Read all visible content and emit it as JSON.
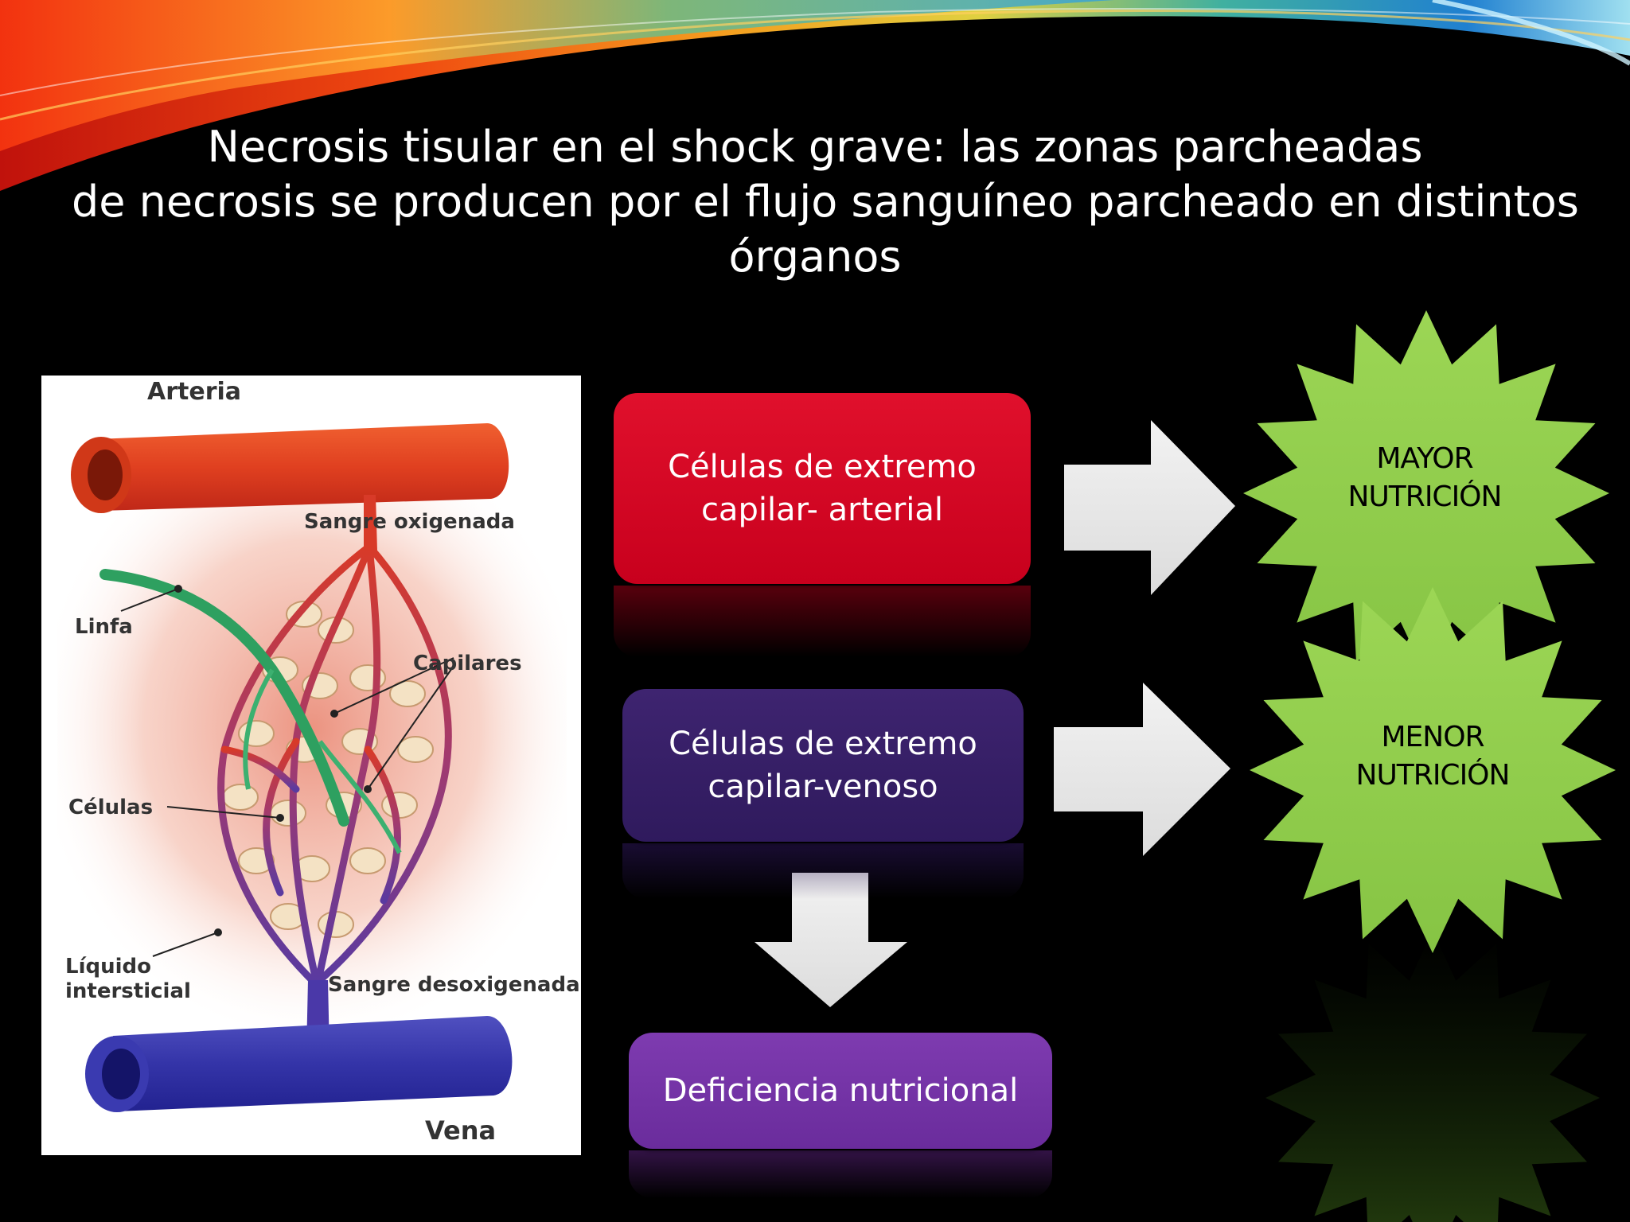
{
  "title": {
    "line1": "Necrosis tisular en el shock grave: las zonas parcheadas",
    "line2": "de necrosis se producen por el flujo sanguíneo parcheado en distintos",
    "line3": "órganos"
  },
  "illustration": {
    "labels": {
      "arteria": "Arteria",
      "sangre_oxigenada": "Sangre oxigenada",
      "linfa": "Linfa",
      "capilares": "Capilares",
      "celulas": "Células",
      "liquido_1": "Líquido",
      "liquido_2": "intersticial",
      "sangre_desoxigenada": "Sangre desoxigenada",
      "vena": "Vena"
    }
  },
  "boxes": {
    "arterial": {
      "line1": "Células de extremo",
      "line2": "capilar- arterial"
    },
    "venoso": {
      "line1": "Células de extremo",
      "line2": "capilar-venoso"
    },
    "deficiencia": {
      "text": "Deficiencia nutricional"
    }
  },
  "stars": {
    "mayor": {
      "line1": "MAYOR",
      "line2": "NUTRICIÓN"
    },
    "menor": {
      "line1": "MENOR",
      "line2": "NUTRICIÓN"
    }
  },
  "colors": {
    "arterial_box": "#d40a26",
    "venoso_box": "#36205f",
    "deficiencia_box": "#7232a4",
    "star_green": "#93cf4e",
    "arrow_gray": "#e6e6e6"
  }
}
